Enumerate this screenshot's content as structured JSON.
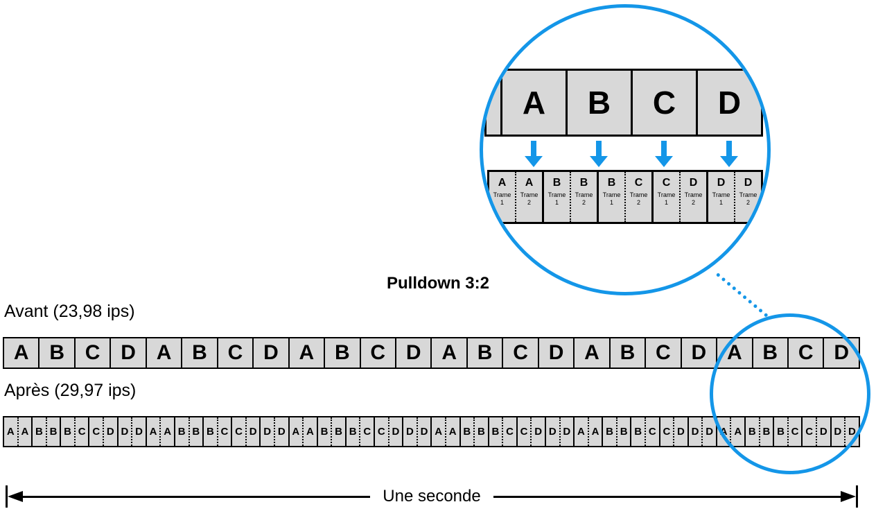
{
  "title": "Pulldown 3:2",
  "before_label": "Avant (23,98 ips)",
  "after_label": "Après (29,97 ips)",
  "duration_label": "Une seconde",
  "colors": {
    "accent": "#1496e8",
    "box_fill": "#d8d8d8",
    "box_border": "#000000"
  },
  "zoom_detail": {
    "film_frames": [
      "A",
      "B",
      "C",
      "D"
    ],
    "video_fields": [
      {
        "letter": "A",
        "field_label": "Trame",
        "field_num": "1"
      },
      {
        "letter": "A",
        "field_label": "Trame",
        "field_num": "2"
      },
      {
        "letter": "B",
        "field_label": "Trame",
        "field_num": "1"
      },
      {
        "letter": "B",
        "field_label": "Trame",
        "field_num": "2"
      },
      {
        "letter": "B",
        "field_label": "Trame",
        "field_num": "1"
      },
      {
        "letter": "C",
        "field_label": "Trame",
        "field_num": "2"
      },
      {
        "letter": "C",
        "field_label": "Trame",
        "field_num": "1"
      },
      {
        "letter": "D",
        "field_label": "Trame",
        "field_num": "2"
      },
      {
        "letter": "D",
        "field_label": "Trame",
        "field_num": "1"
      },
      {
        "letter": "D",
        "field_label": "Trame",
        "field_num": "2"
      }
    ]
  },
  "before_row": [
    "A",
    "B",
    "C",
    "D",
    "A",
    "B",
    "C",
    "D",
    "A",
    "B",
    "C",
    "D",
    "A",
    "B",
    "C",
    "D",
    "A",
    "B",
    "C",
    "D",
    "A",
    "B",
    "C",
    "D"
  ],
  "after_row": [
    "A",
    "A",
    "B",
    "B",
    "B",
    "C",
    "C",
    "D",
    "D",
    "D",
    "A",
    "A",
    "B",
    "B",
    "B",
    "C",
    "C",
    "D",
    "D",
    "D",
    "A",
    "A",
    "B",
    "B",
    "B",
    "C",
    "C",
    "D",
    "D",
    "D",
    "A",
    "A",
    "B",
    "B",
    "B",
    "C",
    "C",
    "D",
    "D",
    "D",
    "A",
    "A",
    "B",
    "B",
    "B",
    "C",
    "C",
    "D",
    "D",
    "D",
    "A",
    "A",
    "B",
    "B",
    "B",
    "C",
    "C",
    "D",
    "D",
    "D"
  ]
}
